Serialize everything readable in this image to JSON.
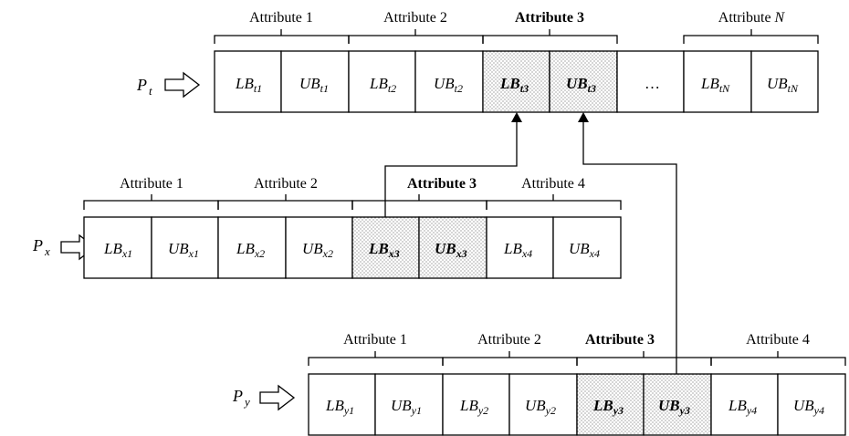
{
  "rows": [
    {
      "id": "t",
      "label": "P",
      "label_sub": "t",
      "groups": [
        {
          "name": "Attribute 1",
          "cells": [
            "1",
            "2"
          ],
          "highlight": false
        },
        {
          "name": "Attribute 2",
          "cells": [
            "3",
            "4"
          ],
          "highlight": false
        },
        {
          "name": "Attribute 3",
          "cells": [
            "5",
            "6"
          ],
          "highlight": true
        },
        {
          "name": "Attribute N",
          "cells": [
            "8",
            "9"
          ],
          "highlight": false
        }
      ],
      "cells": [
        {
          "main": "LB",
          "sub": "t1"
        },
        {
          "main": "UB",
          "sub": "t1"
        },
        {
          "main": "LB",
          "sub": "t2"
        },
        {
          "main": "UB",
          "sub": "t2"
        },
        {
          "main": "LB",
          "sub": "t3"
        },
        {
          "main": "UB",
          "sub": "t3"
        },
        {
          "main": "…",
          "sub": ""
        },
        {
          "main": "LB",
          "sub": "tN"
        },
        {
          "main": "UB",
          "sub": "tN"
        }
      ]
    },
    {
      "id": "x",
      "label": "P",
      "label_sub": "x",
      "groups": [
        {
          "name": "Attribute 1",
          "highlight": false
        },
        {
          "name": "Attribute 2",
          "highlight": false
        },
        {
          "name": "Attribute 3",
          "highlight": true
        },
        {
          "name": "Attribute 4",
          "highlight": false
        }
      ],
      "cells": [
        {
          "main": "LB",
          "sub": "x1"
        },
        {
          "main": "UB",
          "sub": "x1"
        },
        {
          "main": "LB",
          "sub": "x2"
        },
        {
          "main": "UB",
          "sub": "x2"
        },
        {
          "main": "LB",
          "sub": "x3"
        },
        {
          "main": "UB",
          "sub": "x3"
        },
        {
          "main": "LB",
          "sub": "x4"
        },
        {
          "main": "UB",
          "sub": "x4"
        }
      ]
    },
    {
      "id": "y",
      "label": "P",
      "label_sub": "y",
      "groups": [
        {
          "name": "Attribute 1",
          "highlight": false
        },
        {
          "name": "Attribute 2",
          "highlight": false
        },
        {
          "name": "Attribute 3",
          "highlight": true
        },
        {
          "name": "Attribute 4",
          "highlight": false
        }
      ],
      "cells": [
        {
          "main": "LB",
          "sub": "y1"
        },
        {
          "main": "UB",
          "sub": "y1"
        },
        {
          "main": "LB",
          "sub": "y2"
        },
        {
          "main": "UB",
          "sub": "y2"
        },
        {
          "main": "LB",
          "sub": "y3"
        },
        {
          "main": "UB",
          "sub": "y3"
        },
        {
          "main": "LB",
          "sub": "y4"
        },
        {
          "main": "UB",
          "sub": "y4"
        }
      ]
    }
  ],
  "attr_n_prefix": "Attribute ",
  "attr_n_italic": "N"
}
